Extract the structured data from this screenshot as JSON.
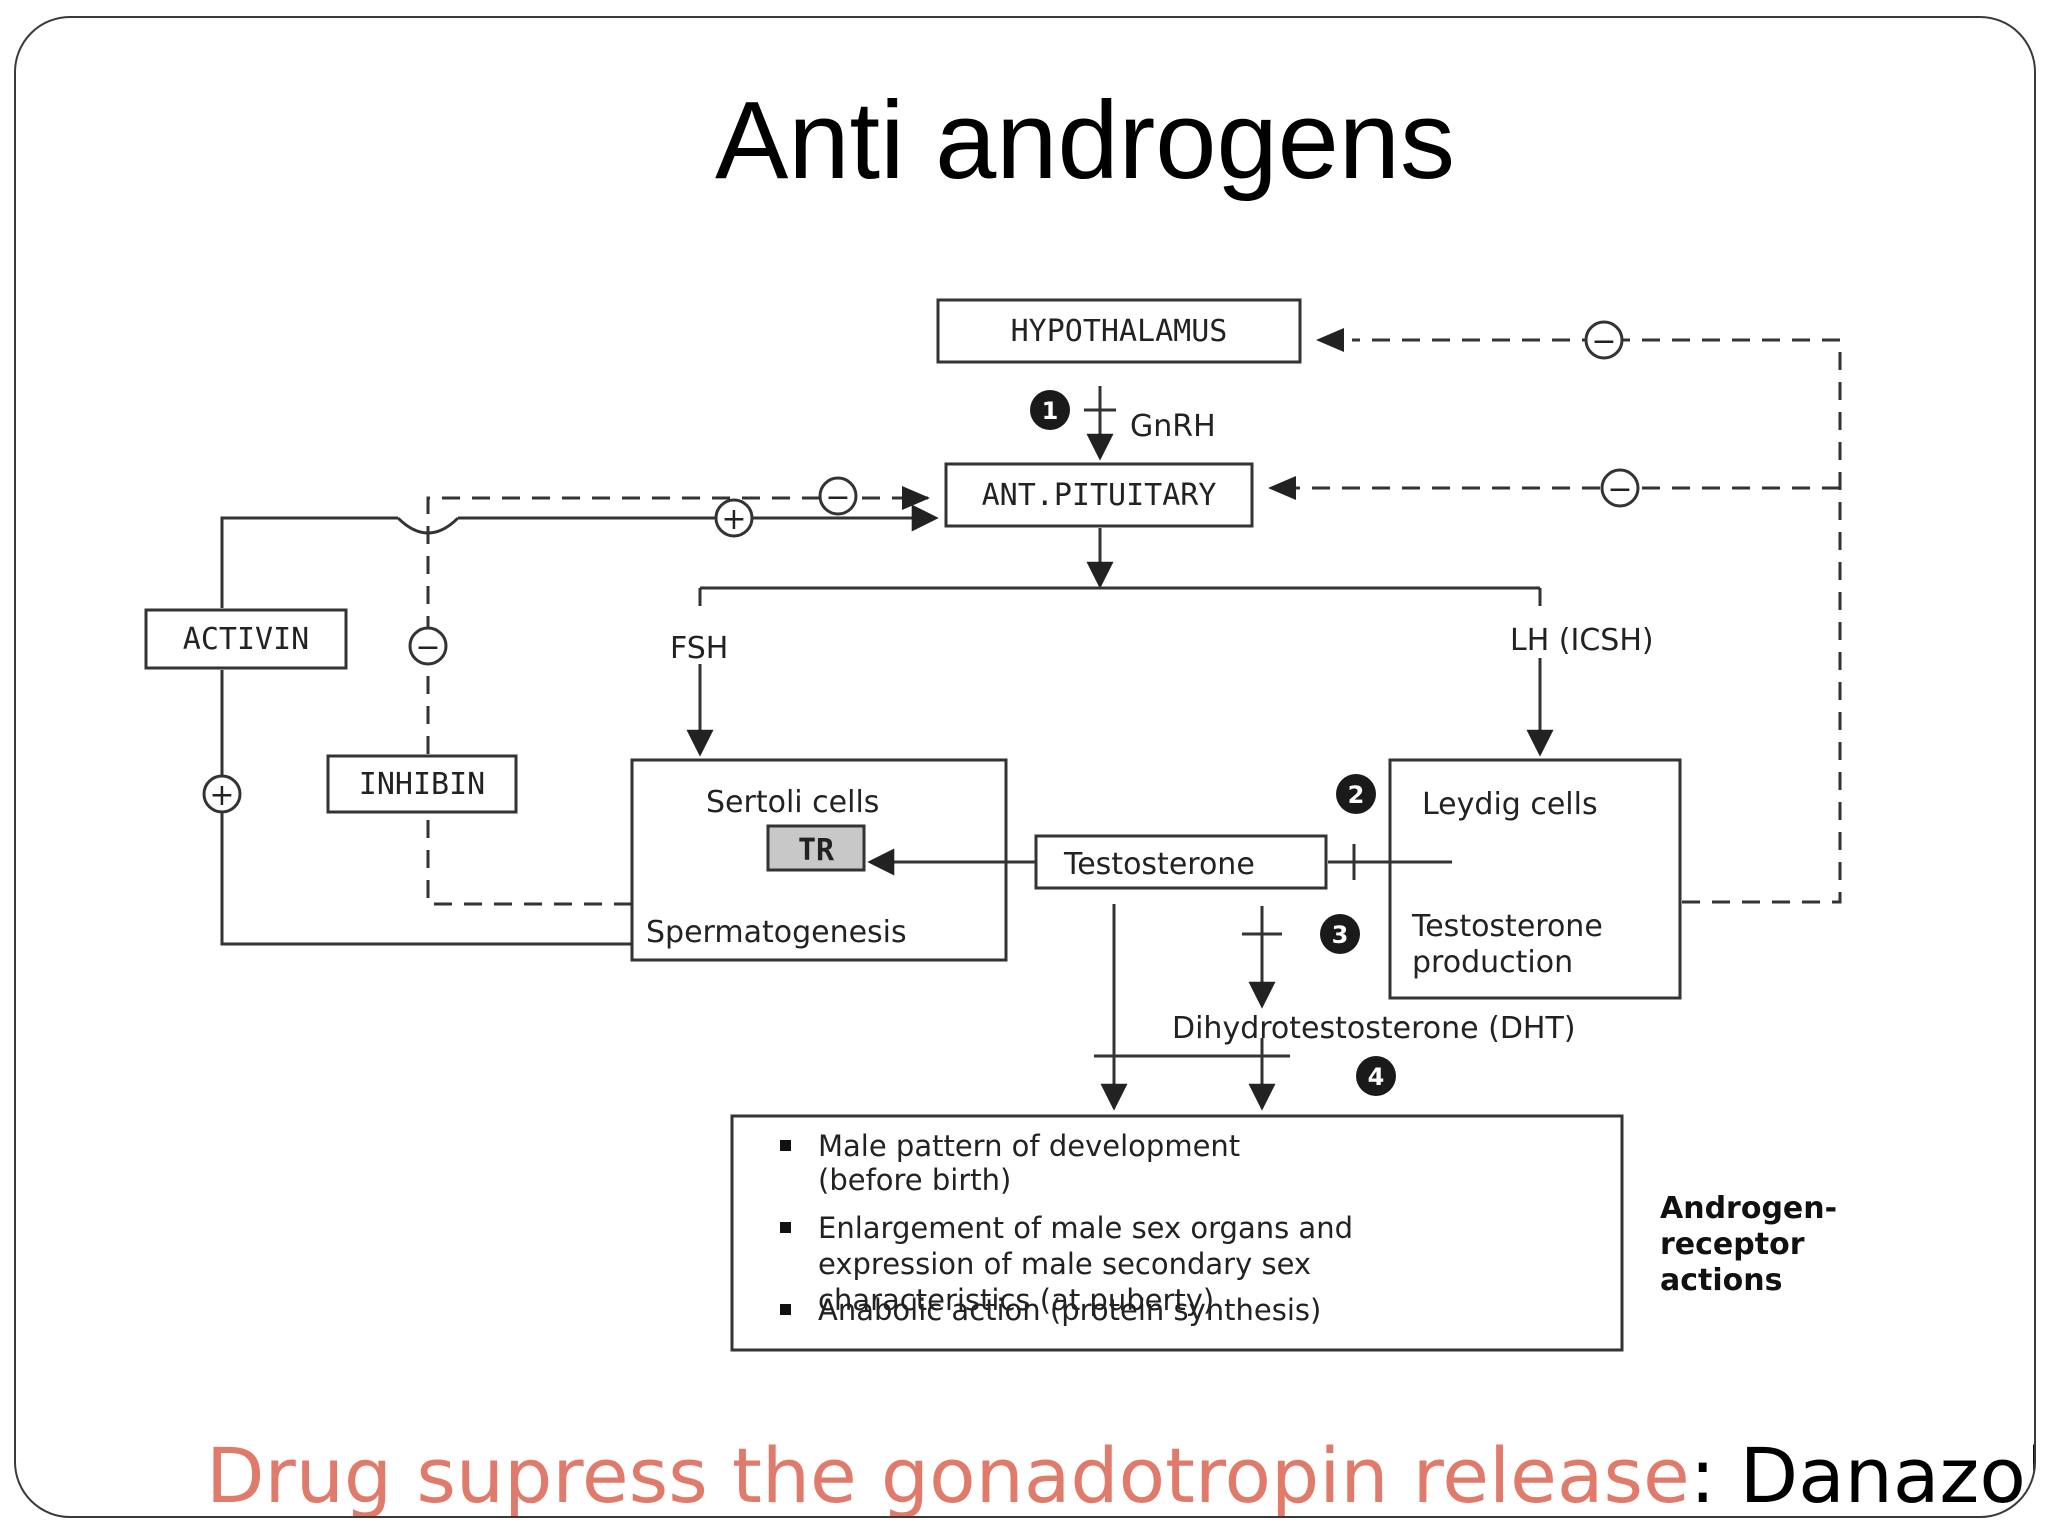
{
  "slide": {
    "title": "Anti androgens",
    "footer_red": "Drug supress the gonadotropin release",
    "footer_black": ": Danazol"
  },
  "diagram": {
    "hypothalamus": "HYPOTHALAMUS",
    "ant_pituitary": "ANT.PITUITARY",
    "gnrh": "GnRH",
    "fsh": "FSH",
    "lh": "LH (ICSH)",
    "activin": "ACTIVIN",
    "inhibin": "INHIBIN",
    "sertoli": "Sertoli cells",
    "tr": "TR",
    "spermatogenesis": "Spermatogenesis",
    "testosterone": "Testosterone",
    "leydig": "Leydig cells",
    "testosterone_production_1": "Testosterone",
    "testosterone_production_2": "production",
    "dht": "Dihydrotestosterone (DHT)",
    "markers": [
      "1",
      "2",
      "3",
      "4"
    ],
    "plus_sign": "+",
    "minus_sign": "−",
    "actions": [
      "Male pattern of development",
      "(before birth)",
      "Enlargement of male sex organs and",
      "expression of male secondary sex",
      "characteristics (at puberty)",
      "Anabolic action (protein synthesis)"
    ],
    "receptor_label": [
      "Androgen-",
      "receptor",
      "actions"
    ]
  },
  "colors": {
    "footer_red": "#e07a6a",
    "border": "#3a3a3a",
    "tr_fill": "#c8c8c8"
  }
}
